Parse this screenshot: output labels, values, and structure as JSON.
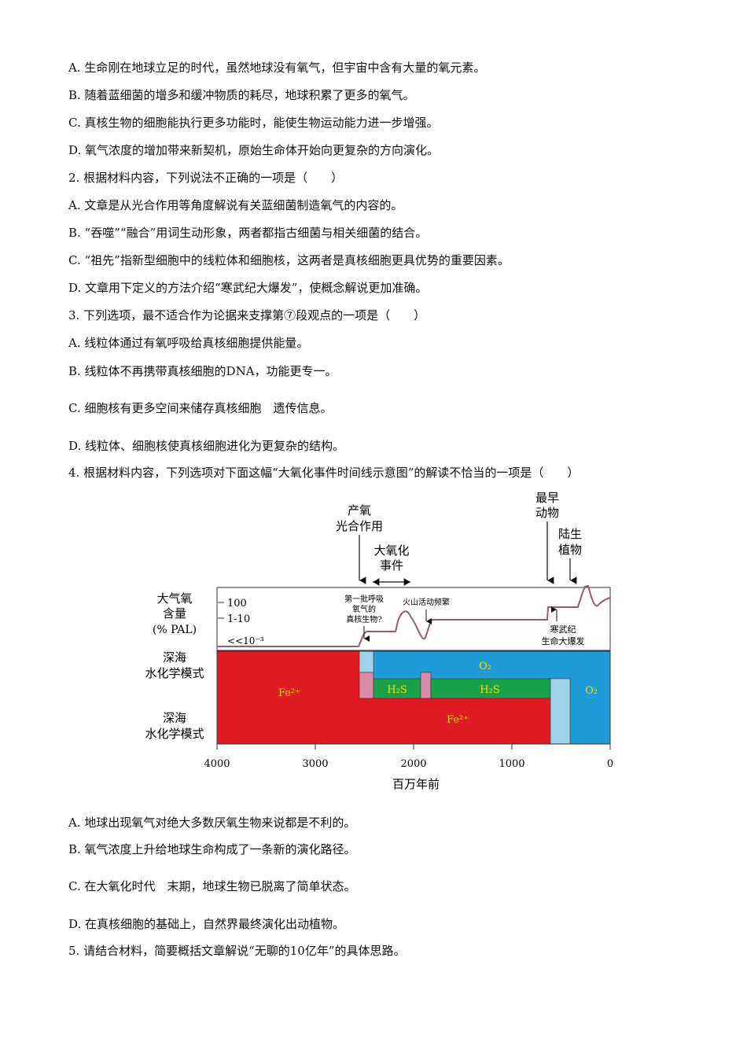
{
  "lines": [
    "A. 生命刚在地球立足的时代，虽然地球没有氧气，但宇宙中含有大量的氧元素。",
    "B. 随着蓝细菌的增多和缓冲物质的耗尽，地球积累了更多的氧气。",
    "C. 真核生物的细胞能执行更多功能时，能使生物运动能力进一步增强。",
    "D. 氧气浓度的增加带来新契机，原始生命体开始向更复杂的方向演化。",
    "2. 根据材料内容，下列说法不正确的一项是（　　）",
    "A. 文章是从光合作用等角度解说有关蓝细菌制造氧气的内容的。",
    "B. “吞噬”“融合”用词生动形象，两者都指古细菌与相关细菌的结合。",
    "C. “祖先”指新型细胞中的线粒体和细胞核，这两者是真核细胞更具优势的重要因素。",
    "D. 文章用下定义的方法介绍“寒武纪大爆发”，使概念解说更加准确。",
    "3. 下列选项，最不适合作为论据来支撑第⑦段观点的一项是（　　）",
    "A. 线粒体通过有氧呼吸给真核细胞提供能量。",
    "B. 线粒体不再携带真核细胞的DNA，功能更专一。",
    "C. 细胞核有更多空间来储存真核细胞　遗传信息。",
    "D. 线粒体、细胞核使真核细胞进化为更复杂的结构。",
    "4. 根据材料内容，下列选项对下面这幅“大氧化事件时间线示意图”的解读不恰当的一项是（　　）",
    "A. 地球出现氧气对绝大多数厌氧生物来说都是不利的。",
    "B. 氧气浓度上升给地球生命构成了一条新的演化路径。",
    "C. 在大氧化时代　末期，地球生物已脱离了简单状态。",
    "D. 在真核细胞的基础上，自然界最终演化出动植物。",
    "5. 请结合材料，简要概括文章解说“无聊的10亿年”的具体思路。"
  ],
  "figure": {
    "annotations": {
      "photosynthesis": [
        "产氧",
        "光合作用"
      ],
      "goe": [
        "大氧化",
        "事件"
      ],
      "earliest_animals": [
        "最早",
        "动物"
      ],
      "land_plants": [
        "陆生",
        "植物"
      ],
      "first_eukaryote": [
        "第一批呼吸",
        "氧气的",
        "真核生物?"
      ],
      "volcanic": "火山活动频繁",
      "cambrian": [
        "寒武纪",
        "生命大爆发"
      ]
    },
    "y_axis_label": [
      "大气氧",
      "含量",
      "(% PAL)"
    ],
    "y_ticks": [
      "100",
      "1-10",
      "<<10⁻³"
    ],
    "ocean_label_1": [
      "深海",
      "水化学模式"
    ],
    "ocean_label_2": [
      "深海",
      "水化学模式"
    ],
    "blocks": {
      "fe_upper": "Fe²⁺",
      "fe_lower": "Fe²⁺",
      "o2_upper": "O₂",
      "o2_right": "O₂",
      "h2s_1": "H₂S",
      "h2s_2": "H₂S"
    },
    "x_ticks": [
      "4000",
      "3000",
      "2000",
      "1000",
      "0"
    ],
    "x_axis_label": "百万年前",
    "colors": {
      "iron": "#e01b24",
      "oxygen": "#1f9bd7",
      "sulfide": "#1aa24b",
      "pink": "#d98aa6",
      "lightblue": "#9fd3ea",
      "curve": "#9b5a78"
    }
  }
}
